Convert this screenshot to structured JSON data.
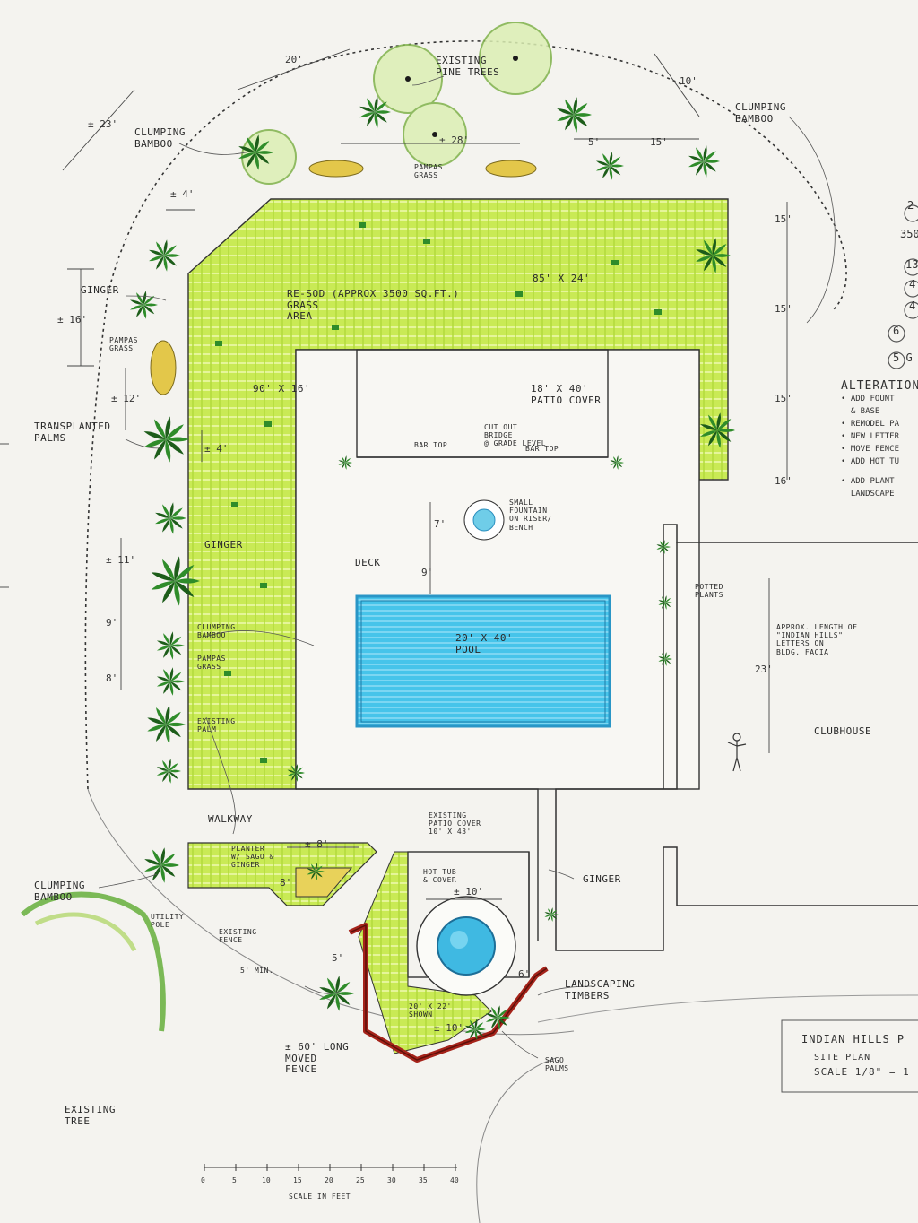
{
  "title_block": {
    "name": "INDIAN HILLS P",
    "subtitle": "SITE PLAN",
    "scale": "SCALE 1/8\" = 1"
  },
  "scale_bar": {
    "ticks": [
      "0",
      "5",
      "10",
      "15",
      "20",
      "25",
      "30",
      "35",
      "40"
    ],
    "caption": "SCALE IN FEET"
  },
  "legend_right": {
    "items": [
      "2",
      "350",
      "13",
      "4",
      "4",
      "6",
      "5 G"
    ],
    "alterations_title": "ALTERATION",
    "alterations": [
      "• ADD FOUNT",
      "  & BASE",
      "• REMODEL PA",
      "• NEW LETTER",
      "• MOVE FENCE",
      "• ADD HOT TU",
      "",
      "• ADD PLANT",
      "  LANDSCAPE"
    ]
  },
  "labels": {
    "existing_pine_trees": "EXISTING\nPINE TREES",
    "clumping_bamboo_nw": "CLUMPING\nBAMBOO",
    "clumping_bamboo_ne": "CLUMPING\nBAMBOO",
    "pampas_grass_top": "PAMPAS\nGRASS",
    "ginger_west": "GINGER",
    "pampas_grass_west": "PAMPAS\nGRASS",
    "transplanted_palms": "TRANSPLANTED\nPALMS",
    "resod": "RE-SOD  (APPROX 3500 SQ.FT.)\nGRASS\nAREA",
    "lawn_85x24": "85' x 24'",
    "lawn_90x16": "90' x 16'",
    "patio_cover": "18' x 40'\nPATIO COVER",
    "bar_top_left": "BAR TOP",
    "bar_top_right": "BAR TOP",
    "cut_out_bridge": "CUT OUT\nBRIDGE\n@ GRADE LEVEL",
    "fountain": "SMALL\nFOUNTAIN\nON RISER/\nBENCH",
    "deck": "DECK",
    "pool": "20' x 40'\nPOOL",
    "ginger_mid": "GINGER",
    "clumping_bamboo_mid": "CLUMPING\nBAMBOO",
    "pampas_grass_mid": "PAMPAS\nGRASS",
    "existing_palm": "EXISTING\nPALM",
    "potted_plants": "POTTED\nPLANTS",
    "letters_note": "APPROX. LENGTH OF\n\"INDIAN HILLS\"\nLETTERS ON\nBLDG. FACIA",
    "clubhouse": "CLUBHOUSE",
    "walkway": "WALKWAY",
    "existing_patio_cover": "EXISTING\nPATIO COVER\n10' x 43'",
    "planter": "PLANTER\nW/ SAGO &\nGINGER",
    "hot_tub": "HOT TUB\n& COVER",
    "ginger_east": "GINGER",
    "clumping_bamboo_sw": "CLUMPING\nBAMBOO",
    "utility_pole": "UTILITY\nPOLE",
    "existing_fence": "EXISTING\nFENCE",
    "min_5": "5' MIN.",
    "area_20x22": "20' x 22'\nSHOWN",
    "landscaping_timbers": "LANDSCAPING\nTIMBERS",
    "moved_fence": "± 60' LONG\nMOVED\nFENCE",
    "sago_palms": "SAGO\nPALMS",
    "existing_tree": "EXISTING\nTREE"
  },
  "dimensions": {
    "d_20": "20'",
    "d_23": "± 23'",
    "d_10": "10'",
    "d_28": "± 28'",
    "d_5": "5'",
    "d_15a": "15'",
    "d_4a": "± 4'",
    "d_16a": "± 16'",
    "d_12": "± 12'",
    "d_4b": "± 4'",
    "d_11": "± 11'",
    "d_9": "9'",
    "d_8": "8'",
    "d_15b": "15'",
    "d_15c": "15'",
    "d_15d": "15'",
    "d_16b": "16'",
    "d_7": "7'",
    "d_9b": "9'",
    "d_23b": "23'",
    "d_8b": "± 8'",
    "d_10b": "± 10'",
    "d_8c": "8'",
    "d_5b": "5'",
    "d_6": "6'",
    "d_10c": "± 10'"
  },
  "colors": {
    "lawn": "#c6e84e",
    "lawn_line": "#a9d23a",
    "pool": "#45c6ea",
    "pool_edge": "#2aa0cf",
    "fence": "#b02a1a",
    "foliage": "#2f8c2a",
    "foliage_dark": "#1d5d1a",
    "ink": "#2c2c2c"
  }
}
